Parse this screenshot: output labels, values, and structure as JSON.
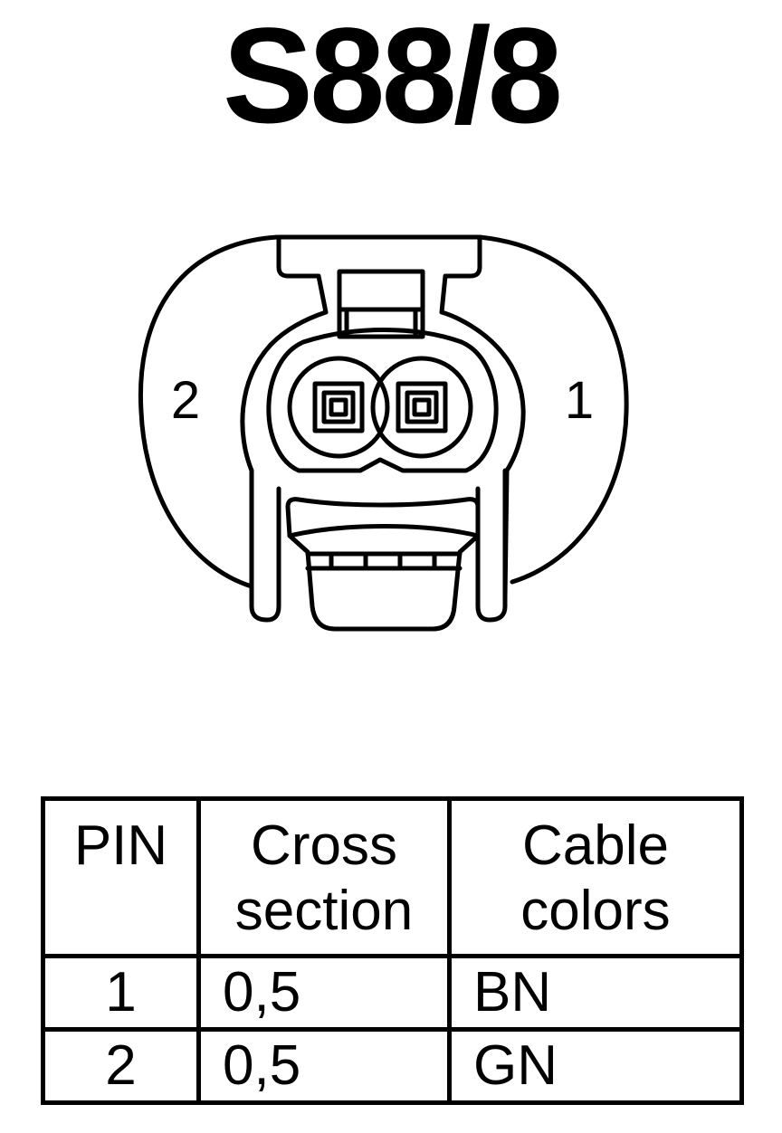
{
  "title": "S88/8",
  "connector": {
    "pin_left_label": "2",
    "pin_right_label": "1"
  },
  "table": {
    "headers": [
      {
        "line1": "PIN",
        "line2": ""
      },
      {
        "line1": "Cross",
        "line2": "section"
      },
      {
        "line1": "Cable",
        "line2": "colors"
      }
    ],
    "rows": [
      {
        "pin": "1",
        "cross_section": "0,5",
        "color": "BN"
      },
      {
        "pin": "2",
        "cross_section": "0,5",
        "color": "GN"
      }
    ]
  }
}
